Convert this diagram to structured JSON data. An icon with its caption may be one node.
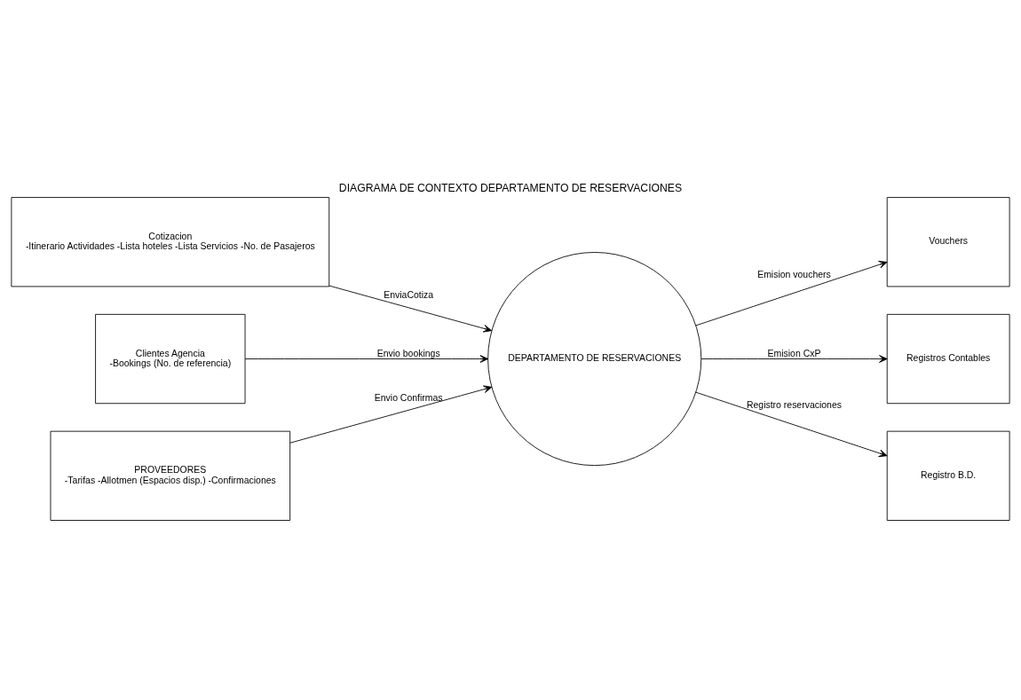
{
  "diagram": {
    "title": "DIAGRAMA DE CONTEXTO DEPARTAMENTO DE RESERVACIONES",
    "nodes": [
      {
        "text": [
          "Cotizacion",
          "-Itinerario Actividades -Lista hoteles -Lista Servicios -No. de Pasajeros"
        ]
      },
      {
        "text": [
          "Clientes Agencia",
          "-Bookings (No. de referencia)"
        ]
      },
      {
        "text": [
          "PROVEEDORES",
          "-Tarifas -Allotmen (Espacios disp.) -Confirmaciones"
        ]
      },
      {
        "text": [
          "DEPARTAMENTO DE RESERVACIONES"
        ]
      },
      {
        "text": [
          "Vouchers"
        ]
      },
      {
        "text": [
          "Registros Contables"
        ]
      },
      {
        "text": [
          "Registro B.D."
        ]
      }
    ],
    "edges": [
      {
        "from": 0,
        "to": 3,
        "arrow": "to",
        "label": "EnviaCotiza"
      },
      {
        "from": 1,
        "to": 3,
        "arrow": "to",
        "label": "Envio bookings"
      },
      {
        "from": 2,
        "to": 3,
        "arrow": "to",
        "label": "Envio Confirmas"
      },
      {
        "from": 3,
        "to": 4,
        "arrow": "to",
        "label": "Emision vouchers"
      },
      {
        "from": 3,
        "to": 5,
        "arrow": "to",
        "label": "Emision CxP"
      },
      {
        "from": 3,
        "to": 6,
        "arrow": "to",
        "label": "Registro reservaciones"
      }
    ]
  }
}
